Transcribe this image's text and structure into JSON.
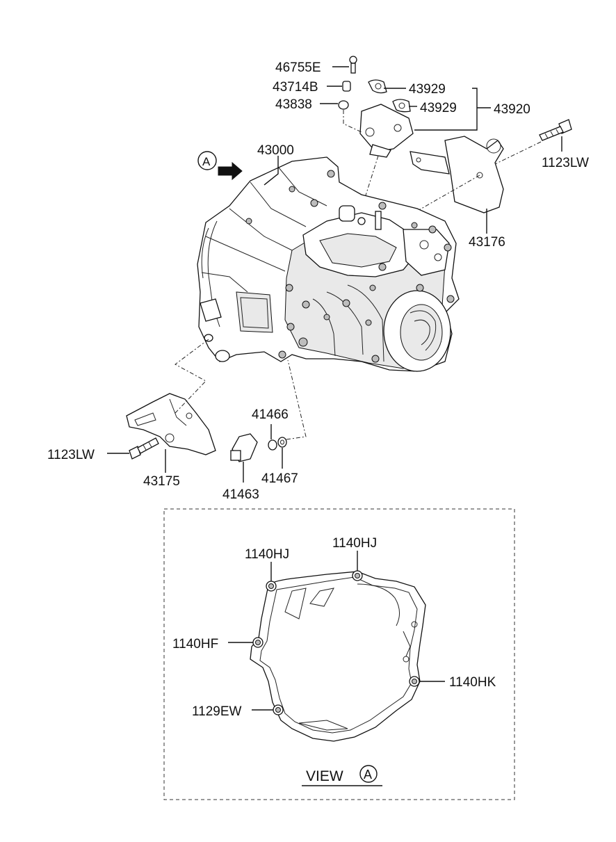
{
  "colors": {
    "ink": "#111111",
    "paper": "#ffffff",
    "shade": "#e9e9e9"
  },
  "view_marker": "A",
  "view_label": "VIEW",
  "labels": {
    "p46755E": "46755E",
    "p43714B": "43714B",
    "p43838": "43838",
    "p43929a": "43929",
    "p43929b": "43929",
    "p43920": "43920",
    "p43000": "43000",
    "p1123LW_right": "1123LW",
    "p43176": "43176",
    "p41466": "41466",
    "p1123LW_left": "1123LW",
    "p43175": "43175",
    "p41467": "41467",
    "p41463": "41463",
    "p1140HJ_left": "1140HJ",
    "p1140HJ_right": "1140HJ",
    "p1140HF": "1140HF",
    "p1140HK": "1140HK",
    "p1129EW": "1129EW"
  }
}
